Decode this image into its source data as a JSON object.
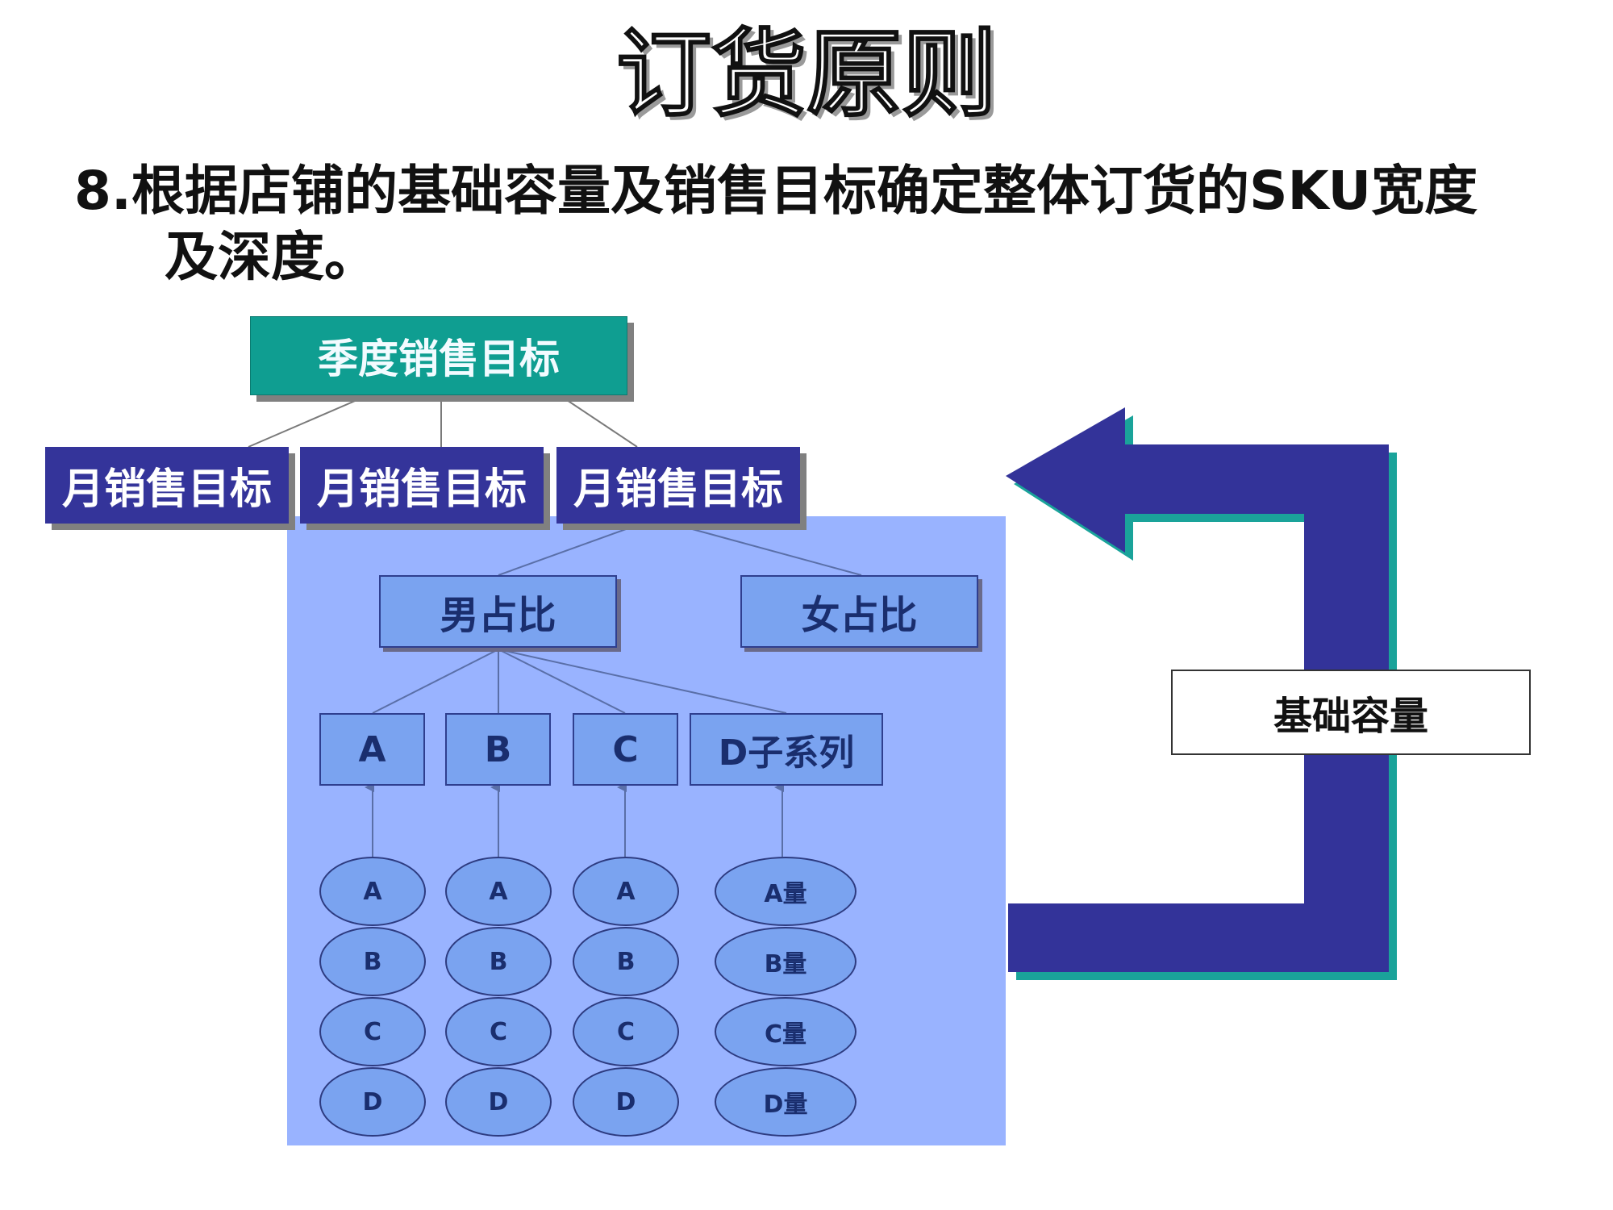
{
  "title": "订货原则",
  "subtitle": {
    "number": "8.",
    "line1": "根据店铺的基础容量及销售目标确定整体订货的SKU宽度",
    "line2": "及深度。"
  },
  "diagram": {
    "season_target": "季度销售目标",
    "month_targets": [
      "月销售目标",
      "月销售目标",
      "月销售目标"
    ],
    "ratios": {
      "male": "男占比",
      "female": "女占比"
    },
    "categories": [
      "A",
      "B",
      "C",
      "D子系列"
    ],
    "ovals": {
      "col1": [
        "A",
        "B",
        "C",
        "D"
      ],
      "col2": [
        "A",
        "B",
        "C",
        "D"
      ],
      "col3": [
        "A",
        "B",
        "C",
        "D"
      ],
      "col4": [
        "A量",
        "B量",
        "C量",
        "D量"
      ]
    },
    "base_capacity": "基础容量"
  },
  "colors": {
    "teal": "#0f9e91",
    "navy": "#34349a",
    "panel": "#99b3ff",
    "node": "#7aa3f0",
    "arrow": "#333399"
  }
}
